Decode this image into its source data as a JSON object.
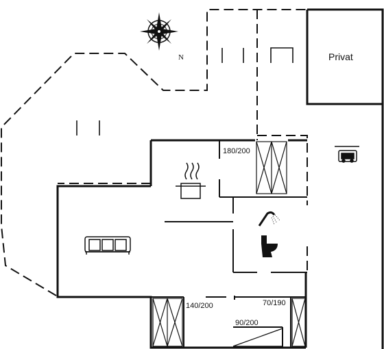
{
  "floorplan": {
    "rooms": {
      "private": "Privat"
    },
    "bed_sizes": {
      "upper_bunk": "180/200",
      "lower_left": "140/200",
      "lower_middle": "90/200",
      "lower_right": "70/190"
    },
    "compass": {
      "north_label": "N"
    },
    "icons": [
      "compass-icon",
      "cooking-pot-icon",
      "sofa-icon",
      "shower-icon",
      "toilet-icon",
      "fireplace-icon"
    ]
  }
}
